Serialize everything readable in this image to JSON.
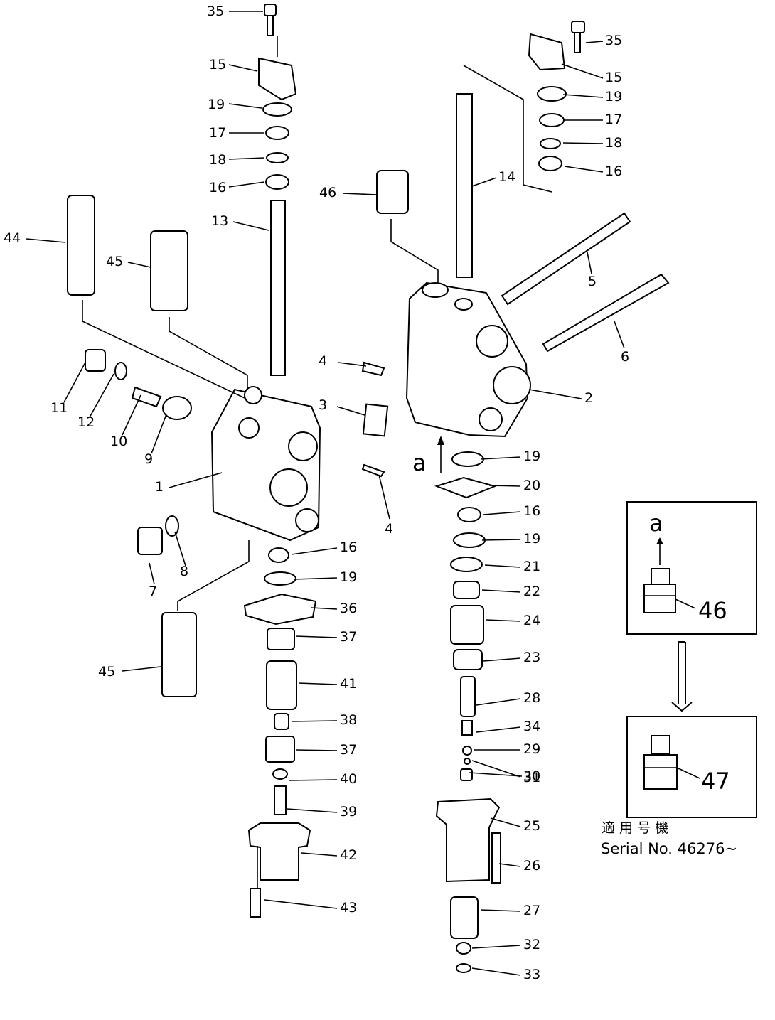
{
  "callouts": {
    "p35a": "35",
    "p15a": "15",
    "p19a": "19",
    "p17a": "17",
    "p18a": "18",
    "p16a": "16",
    "p13": "13",
    "p44": "44",
    "p45a": "45",
    "p11": "11",
    "p12": "12",
    "p10": "10",
    "p9": "9",
    "p1": "1",
    "p7": "7",
    "p8": "8",
    "p45b": "45",
    "p4a": "4",
    "p3": "3",
    "p4b": "4",
    "p16b": "16",
    "p19b": "19",
    "p36": "36",
    "p37a": "37",
    "p41": "41",
    "p38": "38",
    "p37b": "37",
    "p40": "40",
    "p39": "39",
    "p42": "42",
    "p43": "43",
    "p35b": "35",
    "p15b": "15",
    "p19c": "19",
    "p17b": "17",
    "p18b": "18",
    "p16c": "16",
    "p14": "14",
    "p46a": "46",
    "p5": "5",
    "p6": "6",
    "p2": "2",
    "p19d": "19",
    "p20": "20",
    "p16d": "16",
    "p19e": "19",
    "p21": "21",
    "p22": "22",
    "p24": "24",
    "p23": "23",
    "p28": "28",
    "p34": "34",
    "p29": "29",
    "p30": "30",
    "p31": "31",
    "p25": "25",
    "p26": "26",
    "p27": "27",
    "p32": "32",
    "p33": "33"
  },
  "view_marker": "a",
  "inset": {
    "view_label": "a",
    "old_part": "46",
    "new_part": "47",
    "applicable_label": "適 用 号 機",
    "serial_label": "Serial No. 46276~"
  }
}
